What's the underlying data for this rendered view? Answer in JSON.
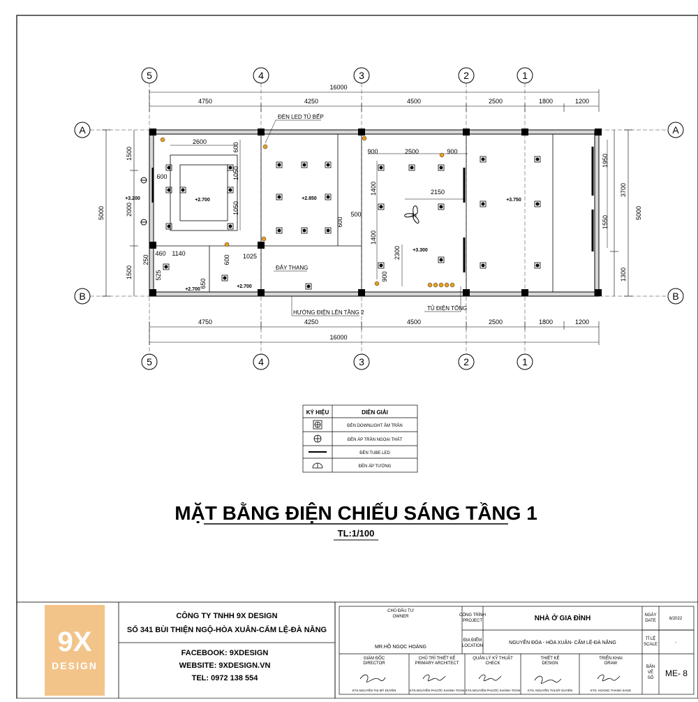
{
  "plan": {
    "grid_cols": [
      "5",
      "4",
      "3",
      "2",
      "1"
    ],
    "grid_rows": [
      "A",
      "B"
    ],
    "overall_dim": "16000",
    "spans": [
      "4750",
      "4250",
      "4500",
      "2500",
      "1800",
      "1200"
    ],
    "left_dims": [
      "5000"
    ],
    "left_sub_dims": [
      "1500",
      "2000",
      "1500"
    ],
    "right_dims": [
      "3700",
      "1300"
    ],
    "right_total": "5000",
    "inner_dims": {
      "d2600": "2600",
      "d600a": "600",
      "d1050a": "1050",
      "d1050b": "1050",
      "d600b": "600",
      "d900a": "900",
      "d2500": "2500",
      "d900b": "900",
      "d2150": "2150",
      "d1400a": "1400",
      "d1400b": "1400",
      "d500": "500",
      "d600c": "600",
      "d2300": "2300",
      "d900c": "900",
      "d1950": "1950",
      "d1550": "1550",
      "d250": "250",
      "d460": "460",
      "d1140": "1140",
      "d525": "525",
      "d650": "650",
      "d600d": "600",
      "d1025": "1025"
    },
    "levels": {
      "l2700a": "+2.700",
      "l3200": "+3.200",
      "l2850": "+2.850",
      "l3750": "+3.750",
      "l3300": "+3.300",
      "l2700b": "+2.700",
      "l2700c": "+2.700"
    },
    "notes": {
      "led_cabinet": "ĐÈN LED TỦ BẾP",
      "stair_hand": "ĐÂY THANG",
      "stair_dir": "HƯỚNG ĐIỆN LÊN TẦNG 2",
      "panel": "TỦ ĐIỆN TỔNG"
    }
  },
  "legend": {
    "col_symbol": "KÝ HIỆU",
    "col_desc": "DIỄN GIẢI",
    "rows": [
      {
        "desc": "ĐÈN DOWNLIGHT ÂM TRẦN",
        "icon": "downlight-icon"
      },
      {
        "desc": "ĐÈN ÁP TRẦN NGOẠI THẤT",
        "icon": "ceiling-light-icon"
      },
      {
        "desc": "ĐÈN TUBE LED",
        "icon": "tube-led-icon"
      },
      {
        "desc": "ĐÈN ÁP TƯỜNG",
        "icon": "wall-light-icon"
      }
    ]
  },
  "title": {
    "main": "MẶT BẰNG ĐIỆN CHIẾU SÁNG TẦNG 1",
    "scale": "TL:1/100"
  },
  "company": {
    "logo_top": "9X",
    "logo_bottom": "DESIGN",
    "name": "CÔNG TY TNHH 9X DESIGN",
    "address": "SỐ 341 BÙI THIỆN NGỘ-HÒA XUÂN-CẨM LỆ-ĐÀ NẴNG",
    "facebook": "FACEBOOK: 9XDESIGN",
    "website": "WEBSITE: 9XDESIGN.VN",
    "phone": "TEL: 0972 138 554"
  },
  "titleblock": {
    "owner_label": "CHỦ ĐẦU TƯ",
    "owner_label_en": "OWNER",
    "owner_name": "MR.HỒ NGỌC HOÀNG",
    "project_label": "CÔNG TRÌNH",
    "project_label_en": "PROJECT",
    "project_name": "NHÀ Ở GIA ĐÌNH",
    "location_label": "ĐỊA ĐIỂM",
    "location_label_en": "LOCATION",
    "location": "NGUYỄN ĐÓA - HÒA XUÂN- CẨM LỆ-ĐÀ NẴNG",
    "date_label": "NGÀY",
    "date_label_en": "DATE",
    "date": "6/2022",
    "scale_label": "TỈ LỆ",
    "scale_label_en": "SCALE",
    "scale_value": "-",
    "sheet_label_1": "BẢN",
    "sheet_label_2": "VẼ",
    "sheet_label_3": "SỐ",
    "sheet_no": "ME-  8",
    "roles": [
      {
        "vi": "GIÁM ĐỐC",
        "en": "DIRECTOR",
        "person": "KTS.NGUYỄN THỊ MỸ DUYÊN"
      },
      {
        "vi": "CHỦ TRÌ THIẾT KẾ",
        "en": "PRIMARY ARCHITECT",
        "person": "KTS.NGUYỄN PHƯỚC KHÁNH TOÀN"
      },
      {
        "vi": "QUẢN LÝ KỸ THUẬT",
        "en": "CHECK",
        "person": "KTS.NGUYỄN PHƯỚC KHÁNH TOÀN"
      },
      {
        "vi": "THIẾT KẾ",
        "en": "DESIGN",
        "person": "KTS. NGUYỄN THỊ MỸ DUYÊN"
      },
      {
        "vi": "TRIỂN KHAI",
        "en": "DRAW",
        "person": "KTS. HOÀNG THANH SANG"
      }
    ]
  }
}
